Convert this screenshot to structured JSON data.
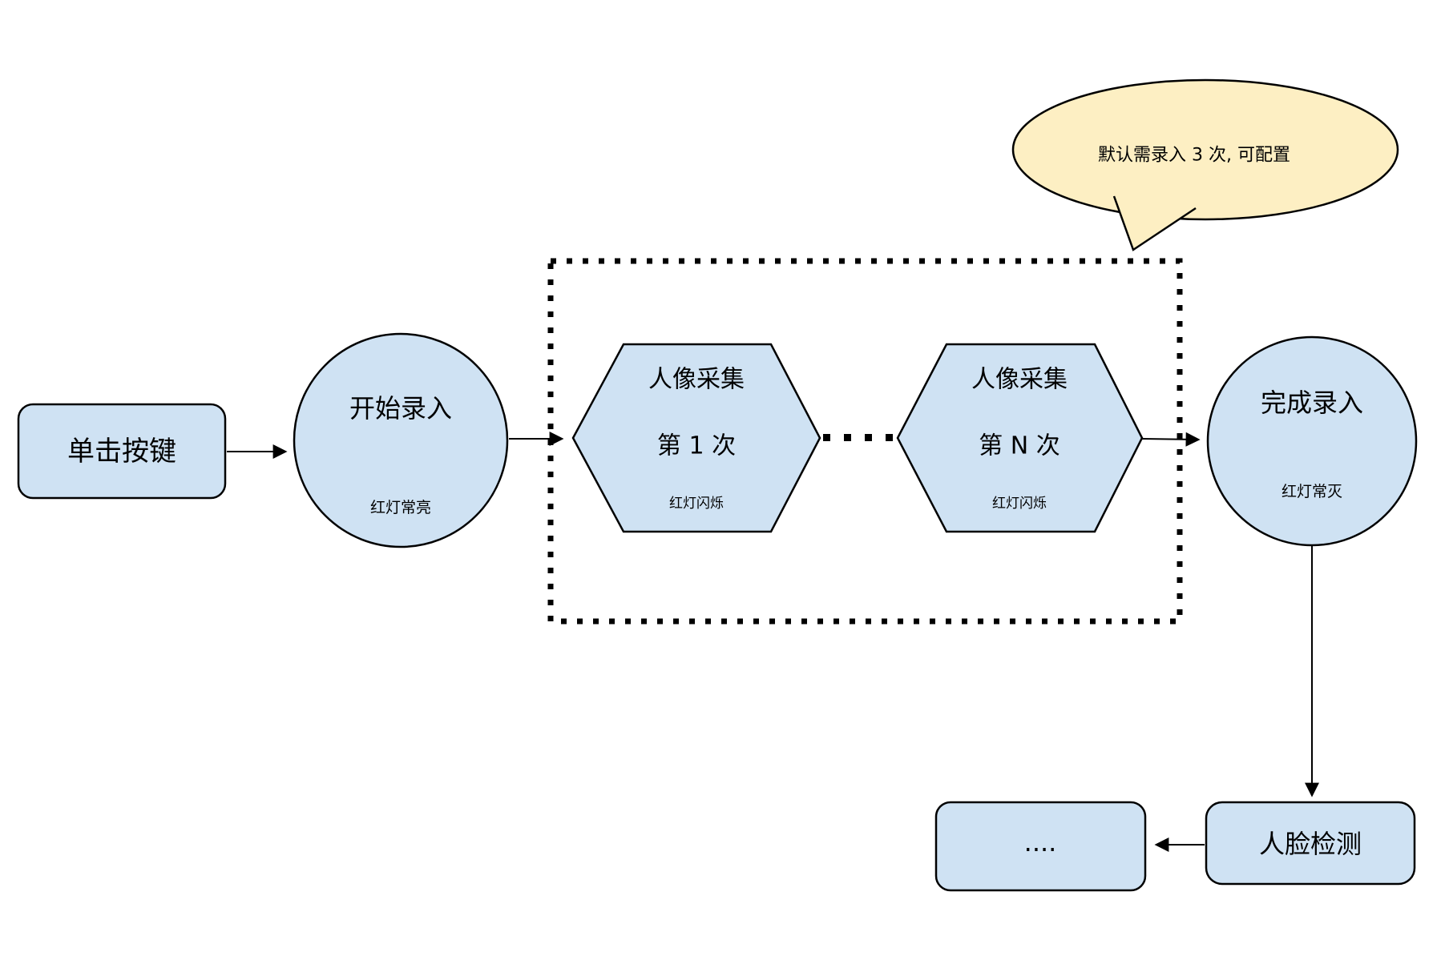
{
  "annotation": {
    "text": "默认需录入 3 次, 可配置"
  },
  "nodes": {
    "click_button": {
      "label": "单击按键"
    },
    "start_enroll": {
      "label": "开始录入",
      "sublabel": "红灯常亮"
    },
    "capture_first": {
      "label": "人像采集",
      "count": "第 1 次",
      "sublabel": "红灯闪烁"
    },
    "capture_nth": {
      "label": "人像采集",
      "count": "第 N 次",
      "sublabel": "红灯闪烁"
    },
    "finish_enroll": {
      "label": "完成录入",
      "sublabel": "红灯常灭"
    },
    "face_detect": {
      "label": "人脸检测"
    },
    "ellipsis_box": {
      "label": "...."
    }
  },
  "colors": {
    "node_fill": "#cfe2f3",
    "bubble_fill": "#fdefc3",
    "stroke": "#000000"
  }
}
